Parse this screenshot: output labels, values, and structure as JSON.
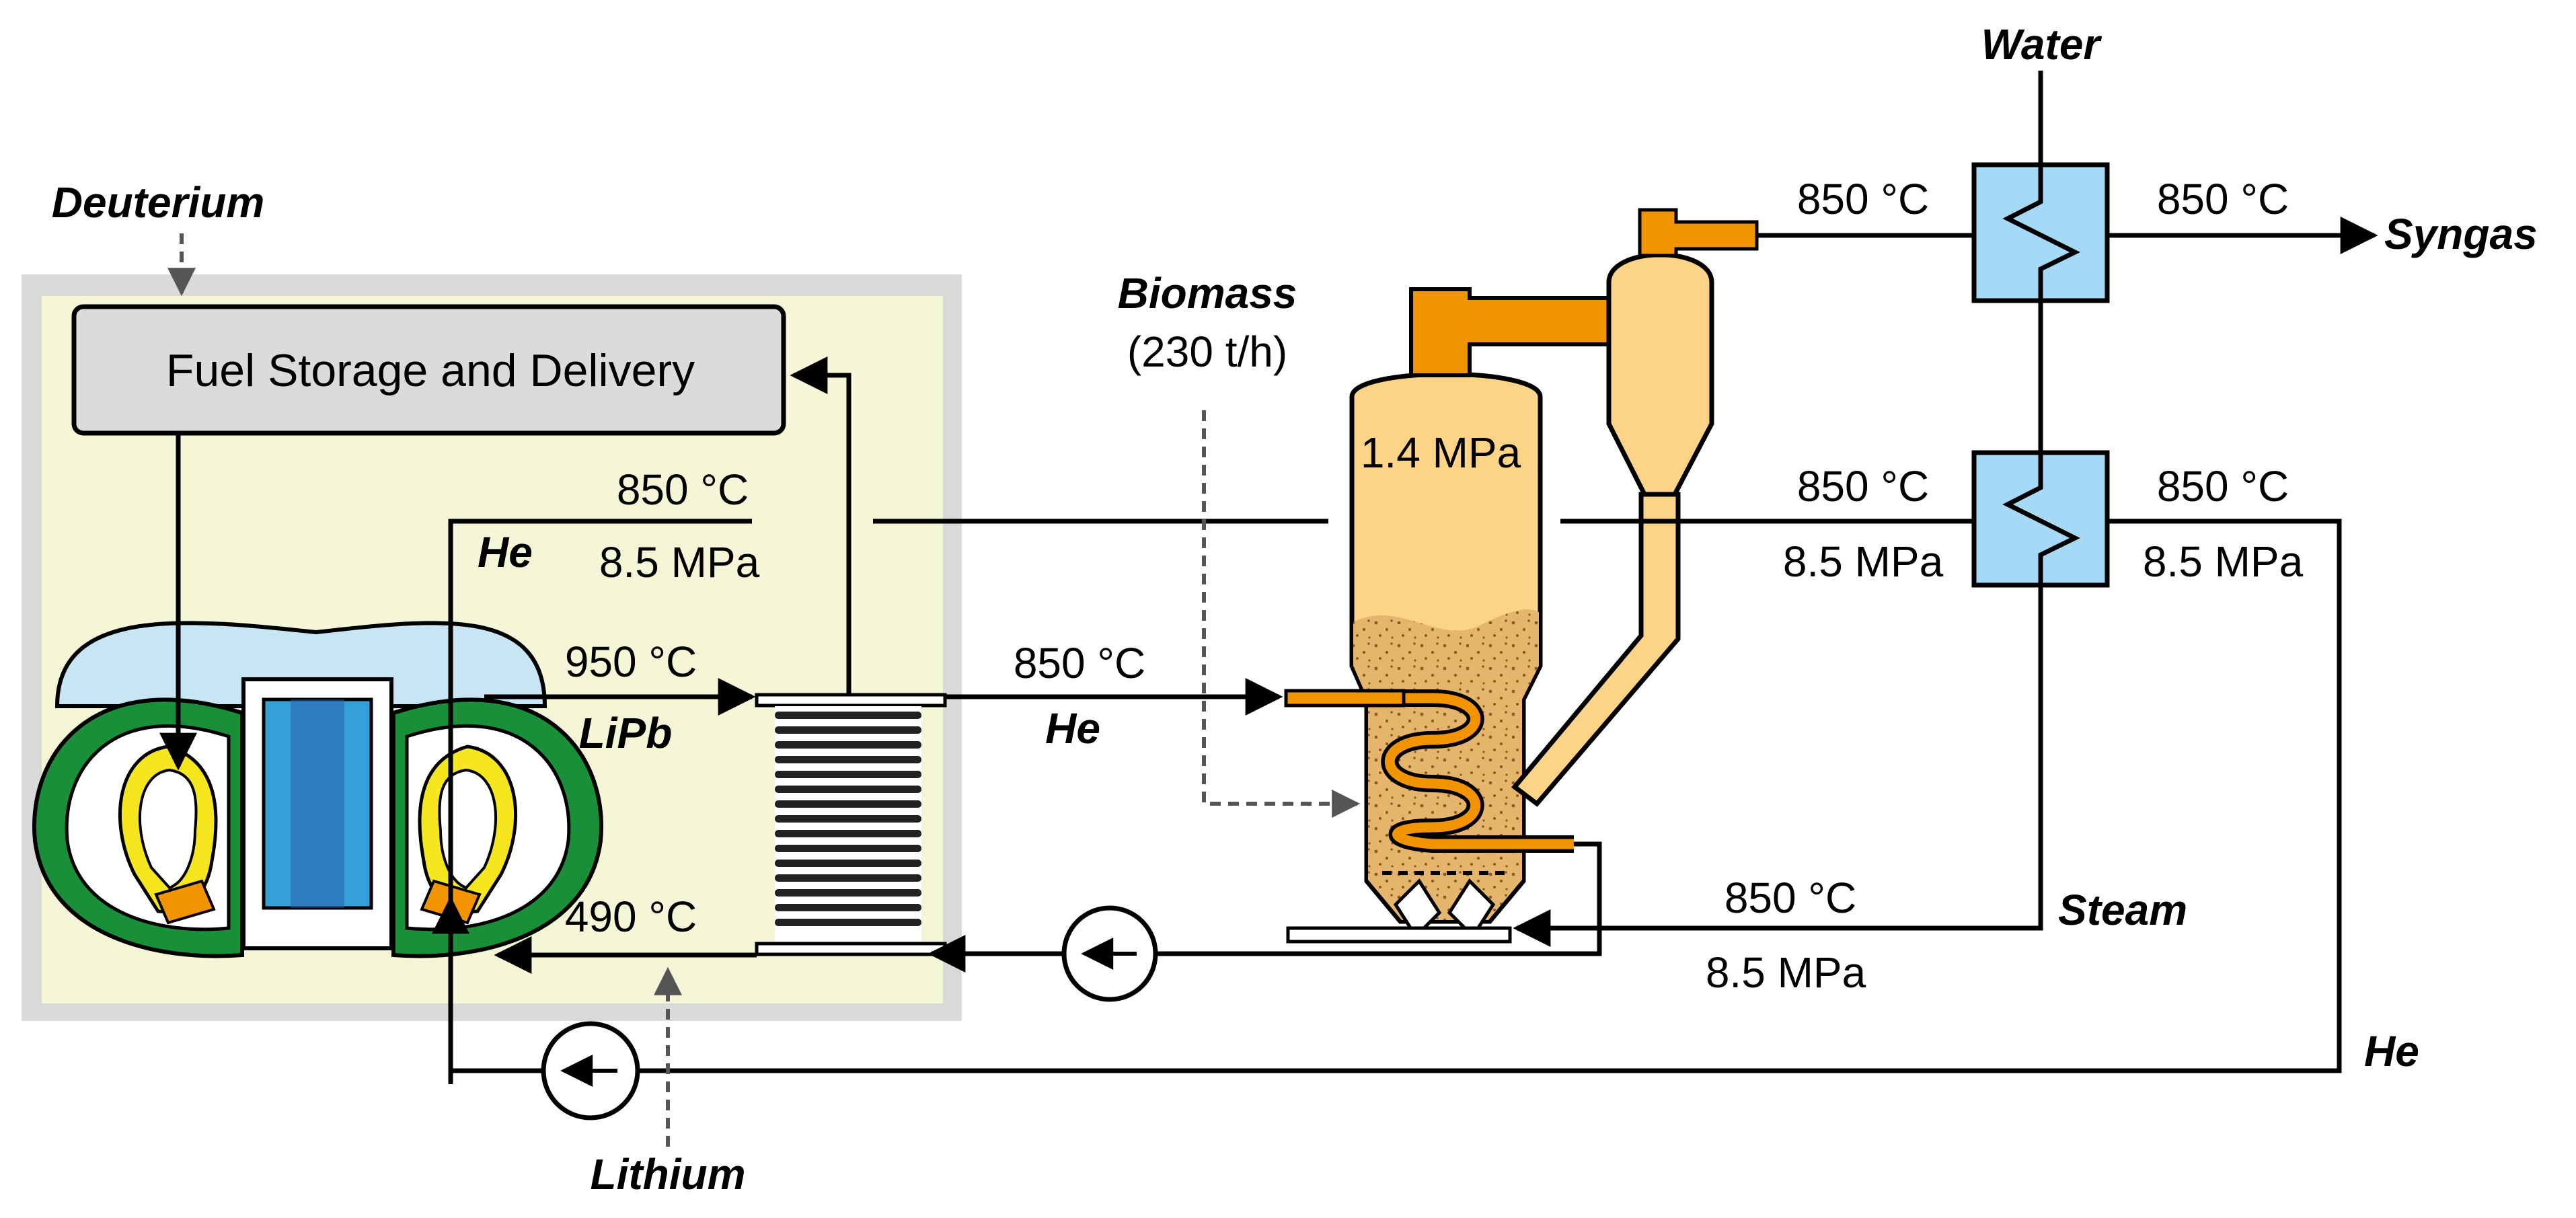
{
  "colors": {
    "outer_frame": "#d9d9d9",
    "plant_area": "#f5f6d8",
    "storage_box": "#d9dcd8",
    "heat_exchanger": "#a6d9f5",
    "gasifier": "#fbd488",
    "bed_zone": "#e5b46d",
    "pipe_orange": "#f29400",
    "reactor_green": "#1a8f3a",
    "reactor_yellow": "#f5e61e",
    "reactor_blue": "#33a0d8",
    "cryostat": "#c7e5f3"
  },
  "boxes": {
    "fuel_storage": "Fuel Storage and Delivery"
  },
  "inputs": {
    "deuterium": "Deuterium",
    "lithium": "Lithium",
    "biomass": "Biomass",
    "biomass_rate": "(230 t/h)",
    "water": "Water"
  },
  "outputs": {
    "syngas": "Syngas"
  },
  "labels": {
    "he_top_temp": "850 °C",
    "he_top_label": "He",
    "he_top_pressure": "8.5 MPa",
    "lipb_hot_temp": "950 °C",
    "lipb_label": "LiPb",
    "lipb_cold_temp": "490 °C",
    "he_feed_temp": "850 °C",
    "he_feed_label": "He",
    "gasifier_pressure": "1.4 MPa",
    "syngas_in_temp": "850 °C",
    "syngas_out_temp": "850 °C",
    "he_right_in_temp": "850 °C",
    "he_right_in_pressure": "8.5 MPa",
    "he_right_out_temp": "850 °C",
    "he_right_out_pressure": "8.5 MPa",
    "steam_temp": "850 °C",
    "steam_pressure": "8.5 MPa",
    "steam_label": "Steam",
    "he_return_label": "He"
  }
}
